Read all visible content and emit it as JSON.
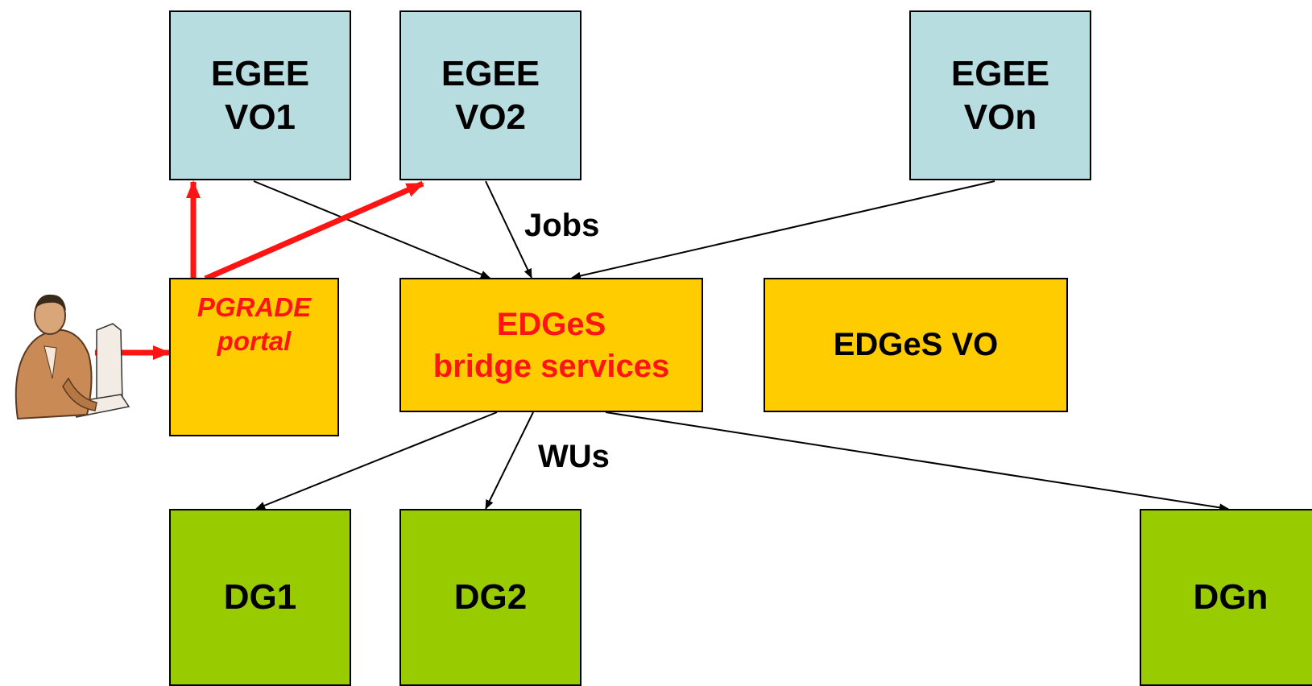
{
  "vo_boxes": [
    {
      "line1": "EGEE",
      "line2": "VO1"
    },
    {
      "line1": "EGEE",
      "line2": "VO2"
    },
    {
      "line1": "EGEE",
      "line2": "VOn"
    }
  ],
  "portal": {
    "line1": "PGRADE",
    "line2": "portal"
  },
  "bridge": {
    "line1": "EDGeS",
    "line2": "bridge services"
  },
  "edges_vo": {
    "label": "EDGeS VO"
  },
  "dg_boxes": [
    {
      "label": "DG1"
    },
    {
      "label": "DG2"
    },
    {
      "label": "DGn"
    }
  ],
  "edge_labels": {
    "jobs": "Jobs",
    "wus": "WUs"
  },
  "colors": {
    "vo": "#b8dde0",
    "orange": "#ffcc00",
    "dg": "#99cc00",
    "accent_red": "#ff1414"
  },
  "icons": {
    "user": "user-at-computer-icon"
  }
}
